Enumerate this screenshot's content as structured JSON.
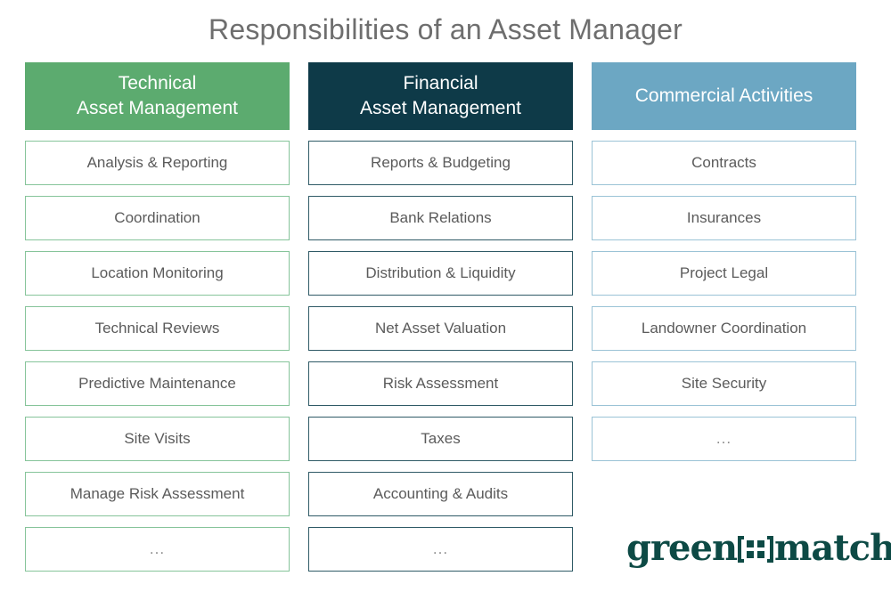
{
  "title": "Responsibilities of an Asset Manager",
  "colors": {
    "technical_header_bg": "#5cab6f",
    "financial_header_bg": "#0e3a48",
    "commercial_header_bg": "#6ca7c3",
    "technical_border": "#86c49a",
    "financial_border": "#2f5a66",
    "commercial_border": "#9bc3d6",
    "title_text": "#6e6e6e",
    "item_text": "#5b5b5b",
    "logo": "#0d4a45"
  },
  "columns": [
    {
      "header": "Technical\nAsset Management",
      "theme": "green",
      "items": [
        "Analysis & Reporting",
        "Coordination",
        "Location Monitoring",
        "Technical Reviews",
        "Predictive Maintenance",
        "Site Visits",
        "Manage Risk Assessment",
        "..."
      ]
    },
    {
      "header": "Financial\nAsset Management",
      "theme": "teal",
      "items": [
        "Reports & Budgeting",
        "Bank Relations",
        "Distribution & Liquidity",
        "Net Asset Valuation",
        "Risk Assessment",
        "Taxes",
        "Accounting & Audits",
        "..."
      ]
    },
    {
      "header": "Commercial Activities",
      "theme": "blue",
      "items": [
        "Contracts",
        "Insurances",
        "Project Legal",
        "Landowner Coordination",
        "Site Security",
        "..."
      ]
    }
  ],
  "logo": {
    "text_left": "green",
    "text_right": "match"
  }
}
